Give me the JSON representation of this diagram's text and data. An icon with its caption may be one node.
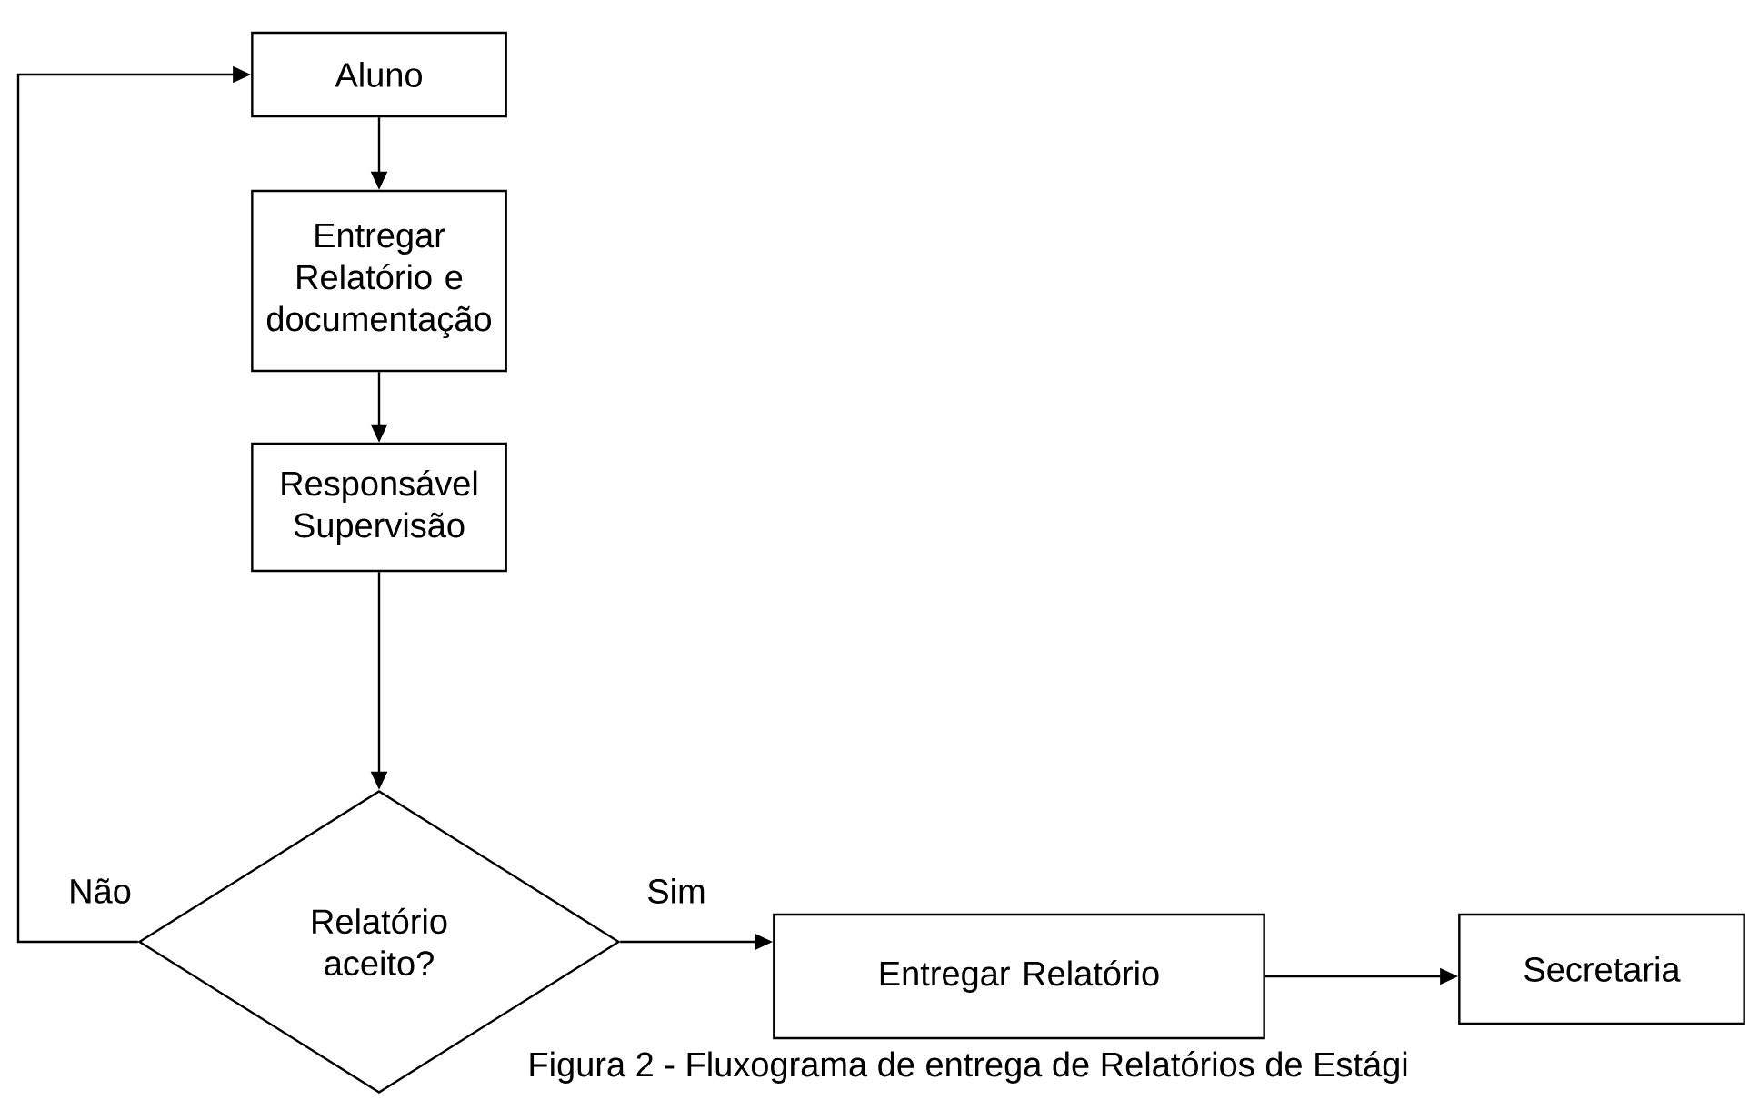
{
  "diagram": {
    "caption": "Figura 2 - Fluxograma de entrega de Relatórios de Estági",
    "nodes": [
      {
        "text": [
          "Aluno"
        ]
      },
      {
        "text": [
          "Entregar Relatório e documentação"
        ]
      },
      {
        "text": [
          "Responsável Supervisão"
        ]
      },
      {
        "text": [
          "Relatório aceito?"
        ]
      },
      {
        "text": [
          "Entregar Relatório"
        ]
      },
      {
        "text": [
          "Secretaria"
        ]
      }
    ],
    "edges": [
      {
        "from": 0,
        "to": 1,
        "arrow": "to"
      },
      {
        "from": 1,
        "to": 2,
        "arrow": "to"
      },
      {
        "from": 2,
        "to": 3,
        "arrow": "to"
      },
      {
        "from": 3,
        "to": 0,
        "arrow": "to",
        "label": "Não"
      },
      {
        "from": 3,
        "to": 4,
        "arrow": "to",
        "label": "Sim"
      },
      {
        "from": 4,
        "to": 5,
        "arrow": "to"
      }
    ]
  }
}
